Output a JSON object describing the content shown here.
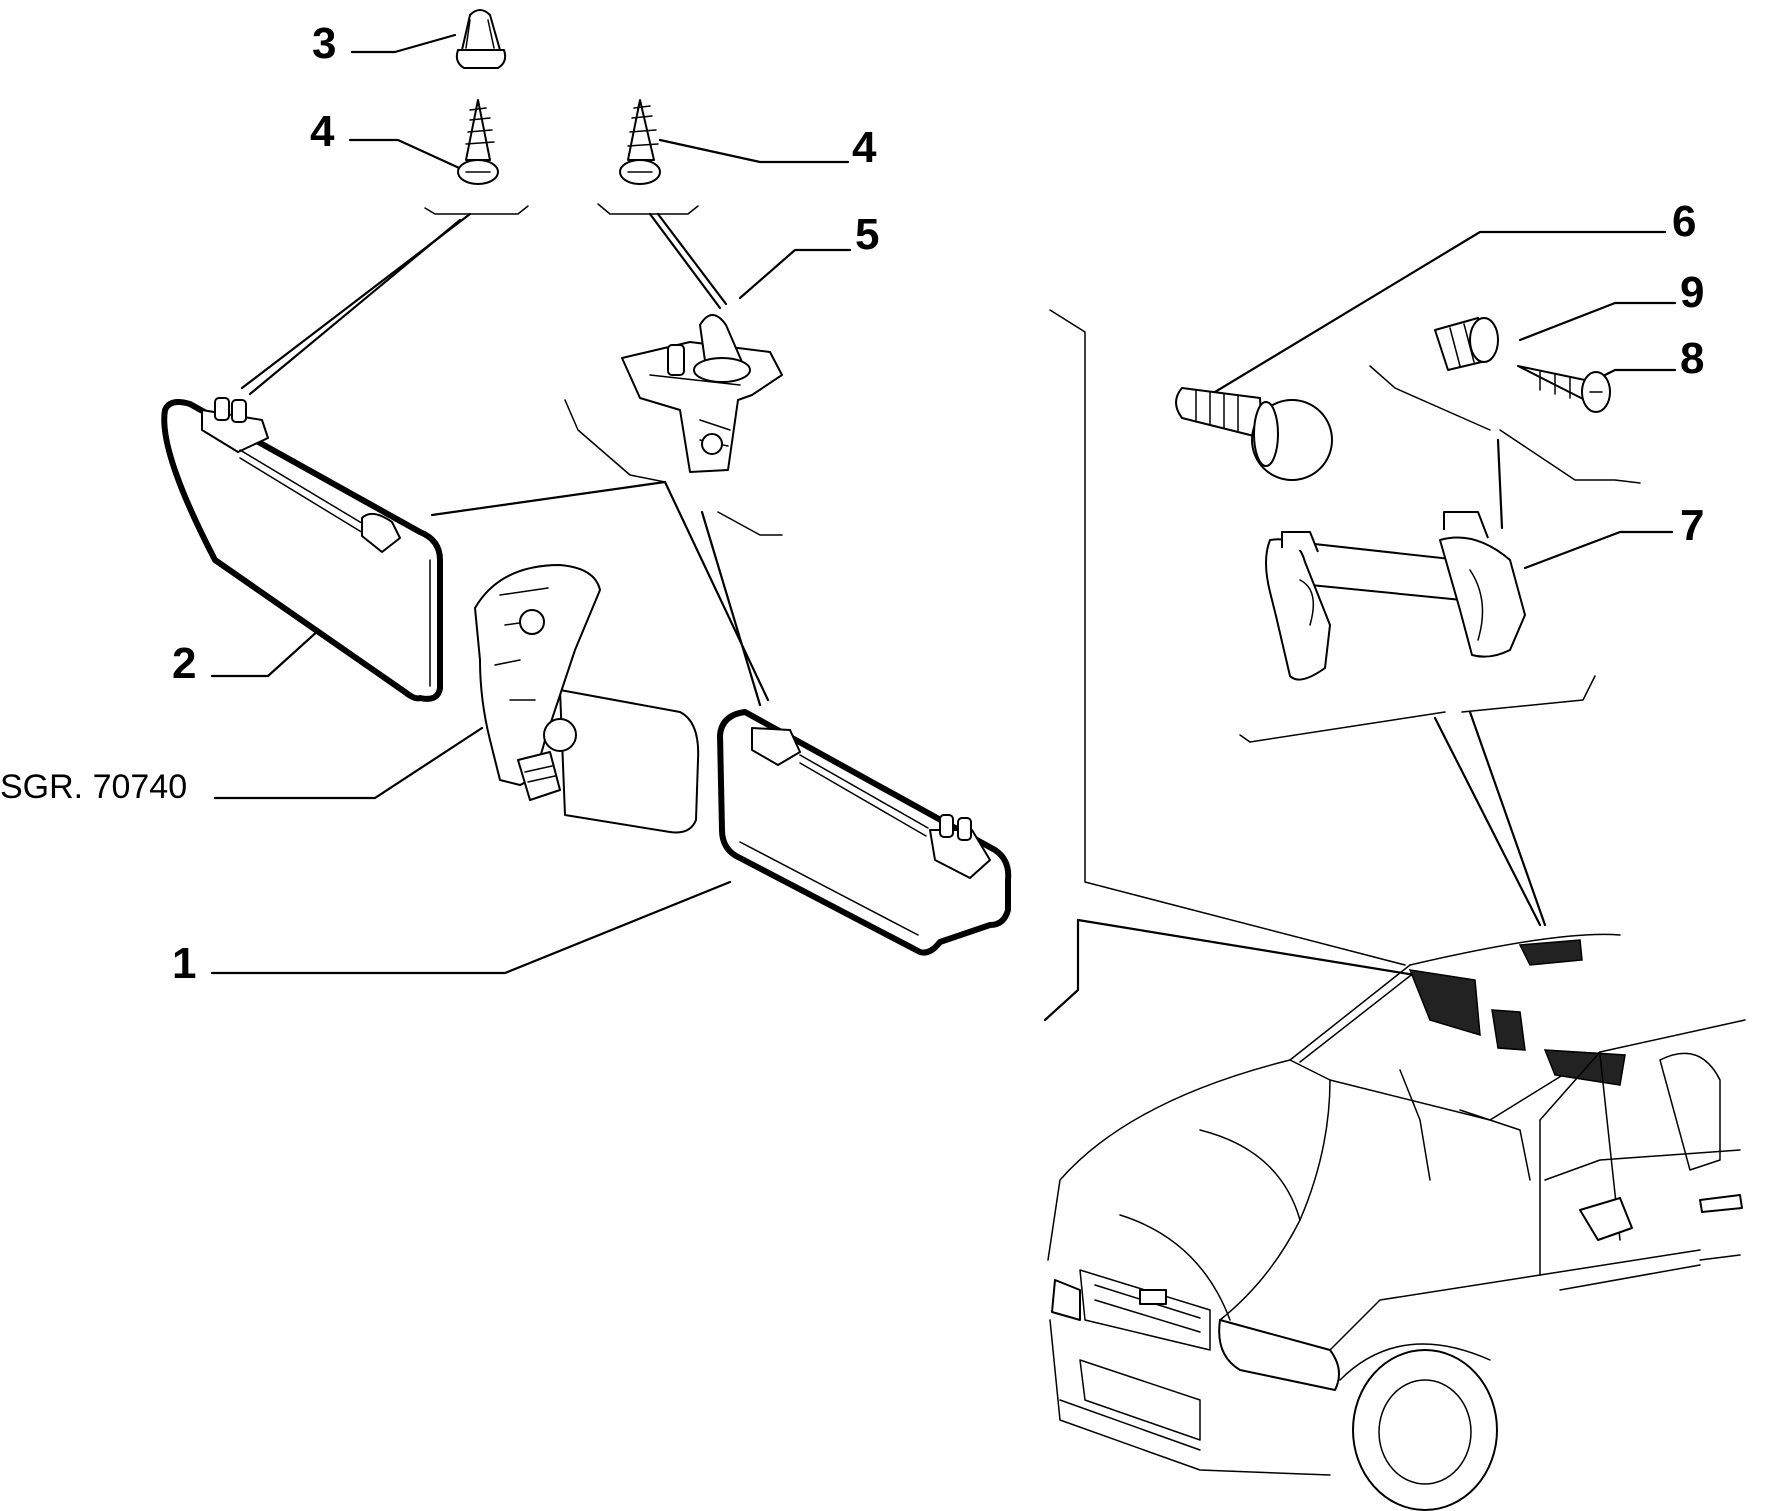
{
  "diagram": {
    "callouts": [
      {
        "id": "c3",
        "label": "3"
      },
      {
        "id": "c4a",
        "label": "4"
      },
      {
        "id": "c4b",
        "label": "4"
      },
      {
        "id": "c5",
        "label": "5"
      },
      {
        "id": "c6",
        "label": "6"
      },
      {
        "id": "c9",
        "label": "9"
      },
      {
        "id": "c8",
        "label": "8"
      },
      {
        "id": "c7",
        "label": "7"
      },
      {
        "id": "c2",
        "label": "2"
      },
      {
        "id": "c1",
        "label": "1"
      }
    ],
    "reference_label": "SGR. 70740"
  }
}
